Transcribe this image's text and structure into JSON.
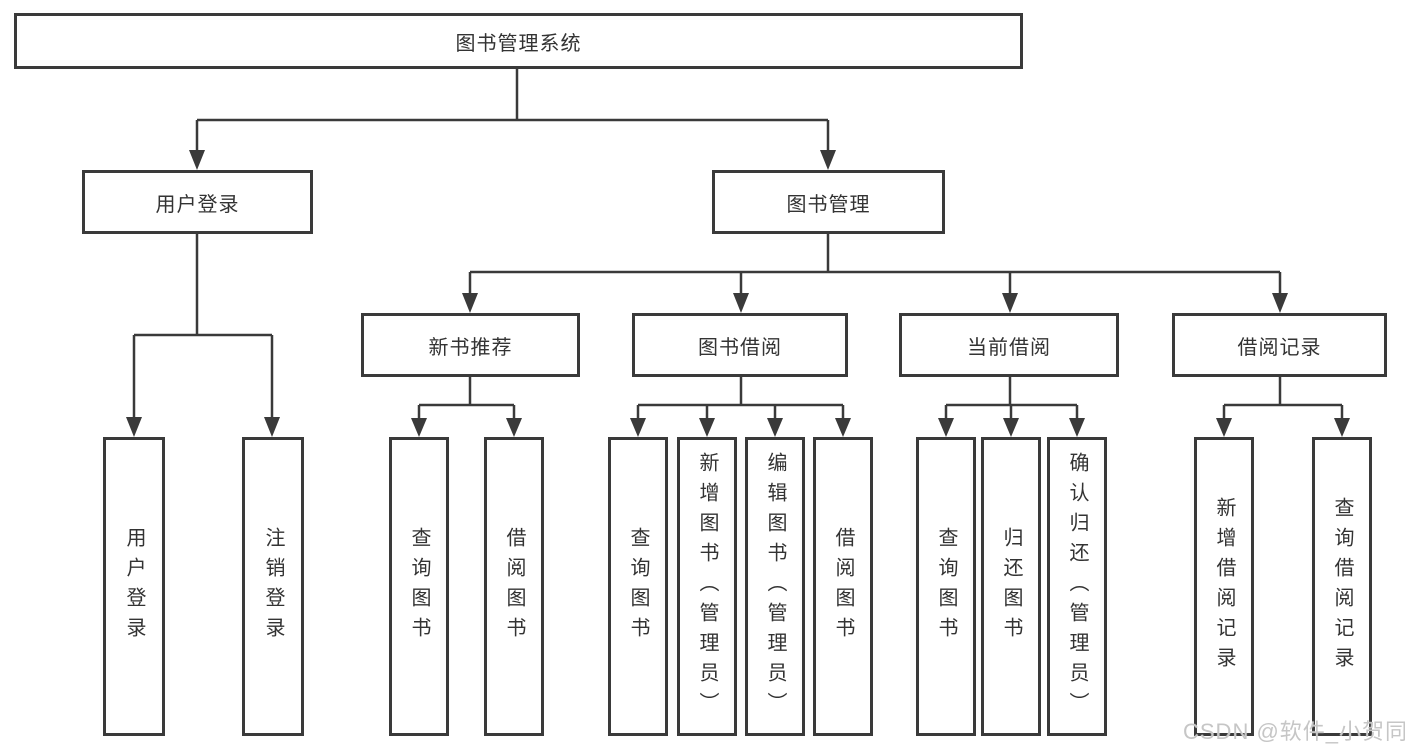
{
  "colors": {
    "line": "#3a3a3a",
    "text": "#333333",
    "background": "#ffffff",
    "watermark": "#c6c6c6"
  },
  "watermark": {
    "text": "CSDN @软件_小贺同学"
  },
  "tree": {
    "root": "图书管理系统",
    "branches": [
      {
        "label": "用户登录",
        "leaves": [
          "用户登录",
          "注销登录"
        ]
      },
      {
        "label": "图书管理",
        "groups": [
          {
            "label": "新书推荐",
            "leaves": [
              "查询图书",
              "借阅图书"
            ]
          },
          {
            "label": "图书借阅",
            "leaves": [
              "查询图书",
              "新增图书（管理员）",
              "编辑图书（管理员）",
              "借阅图书"
            ]
          },
          {
            "label": "当前借阅",
            "leaves": [
              "查询图书",
              "归还图书",
              "确认归还（管理员）"
            ]
          },
          {
            "label": "借阅记录",
            "leaves": [
              "新增借阅记录",
              "查询借阅记录"
            ]
          }
        ]
      }
    ]
  }
}
